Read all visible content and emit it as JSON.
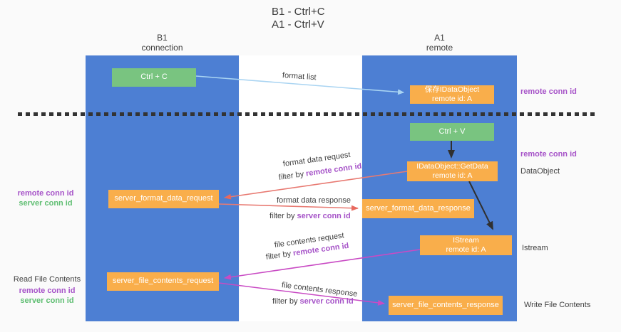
{
  "title": {
    "line1": "B1 - Ctrl+C",
    "line2": "A1 - Ctrl+V"
  },
  "lanes": {
    "left": {
      "title": "B1",
      "subtitle": "connection"
    },
    "right": {
      "title": "A1",
      "subtitle": "remote"
    }
  },
  "nodes": {
    "ctrl_c": {
      "label": "Ctrl + C"
    },
    "ctrl_v": {
      "label": "Ctrl + V"
    },
    "save_idataobject": {
      "line1": "保存IDataObject",
      "line2": "remote id: A"
    },
    "idataobject_getdata": {
      "line1": "IDataObject::GetData",
      "line2": "remote id: A"
    },
    "istream": {
      "line1": "IStream",
      "line2": "remote id: A"
    },
    "server_format_data_request": {
      "label": "server_format_data_request"
    },
    "server_format_data_response": {
      "label": "server_format_data_response"
    },
    "server_file_contents_request": {
      "label": "server_file_contents_request"
    },
    "server_file_contents_response": {
      "label": "server_file_contents_response"
    }
  },
  "side_labels": {
    "right_remote_conn_id_top": "remote conn id",
    "right_remote_conn_id_mid": "remote conn id",
    "right_dataobject": "DataObject",
    "right_istream": "Istream",
    "right_write_file_contents": "Write File Contents",
    "left_remote_conn_id_mid": "remote conn id",
    "left_server_conn_id_mid": "server conn id",
    "left_read_file_contents": "Read File Contents",
    "left_remote_conn_id_bottom": "remote conn id",
    "left_server_conn_id_bottom": "server conn id"
  },
  "flow_labels": {
    "format_list": "format list",
    "format_data_request": "format data request",
    "format_data_response": "format data response",
    "file_contents_request": "file contents request",
    "file_contents_response": "file contents response",
    "filter_by": "filter by ",
    "remote_conn_id": "remote conn id",
    "server_conn_id": "server conn id"
  },
  "colors": {
    "lane_blue": "#4d7fd3",
    "node_orange": "#f9ae4b",
    "node_green": "#79c480",
    "purple_text": "#a653c8",
    "green_text": "#5fbe72",
    "arrow_red": "#e87a72",
    "arrow_magenta": "#c94bc4",
    "arrow_lightblue": "#a9d4f2",
    "arrow_black": "#303030",
    "dash_black": "#333333",
    "background": "#fafafa"
  }
}
